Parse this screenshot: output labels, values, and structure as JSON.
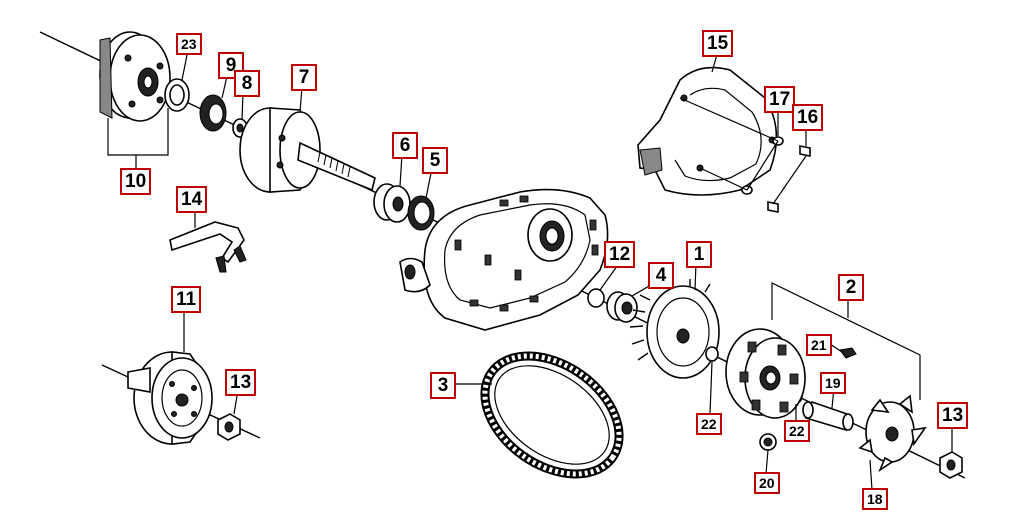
{
  "callouts": {
    "c23": "23",
    "c9": "9",
    "c8": "8",
    "c7": "7",
    "c10": "10",
    "c6": "6",
    "c5": "5",
    "c14": "14",
    "c15": "15",
    "c17": "17",
    "c16": "16",
    "c12": "12",
    "c4": "4",
    "c1": "1",
    "c2": "2",
    "c11": "11",
    "c13a": "13",
    "c21": "21",
    "c19": "19",
    "c3": "3",
    "c22a": "22",
    "c22b": "22",
    "c13b": "13",
    "c20": "20",
    "c18": "18"
  },
  "colors": {
    "callout_border": "#c00000",
    "line": "#000000",
    "background": "#ffffff"
  }
}
